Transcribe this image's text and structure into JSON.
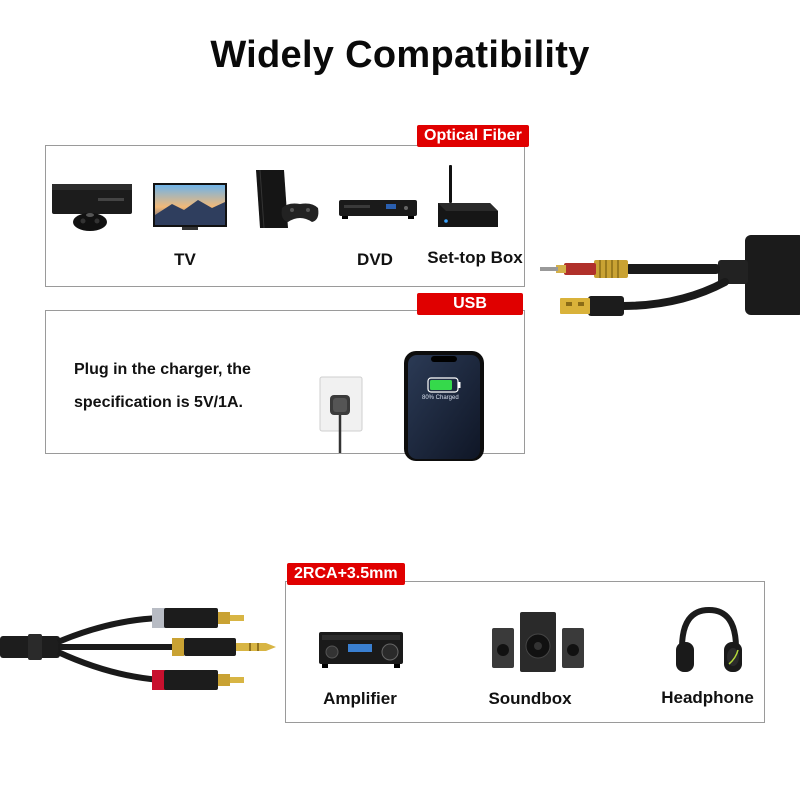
{
  "title": "Widely Compatibility",
  "optical": {
    "tag": "Optical Fiber",
    "devices": [
      {
        "label": "",
        "icon": "game-console-icon"
      },
      {
        "label": "TV",
        "icon": "tv-icon"
      },
      {
        "label": "",
        "icon": "playstation-icon"
      },
      {
        "label": "DVD",
        "icon": "dvd-player-icon"
      },
      {
        "label": "Set-top Box",
        "icon": "set-top-box-icon"
      }
    ]
  },
  "usb": {
    "tag": "USB",
    "text_line1": "Plug in the charger, the",
    "text_line2": "specification is 5V/1A.",
    "phone_screen_text": "80% Charged"
  },
  "rca": {
    "tag": "2RCA+3.5mm",
    "devices": [
      {
        "label": "Amplifier",
        "icon": "amplifier-icon"
      },
      {
        "label": "Soundbox",
        "icon": "soundbox-icon"
      },
      {
        "label": "Headphone",
        "icon": "headphone-icon"
      }
    ]
  },
  "colors": {
    "accent": "#e00000",
    "cable": "#1a1a1a",
    "gold": "#c9a233",
    "rca_red": "#c8102e",
    "rca_white": "#b8bcc4",
    "battery_green": "#35d94b"
  }
}
